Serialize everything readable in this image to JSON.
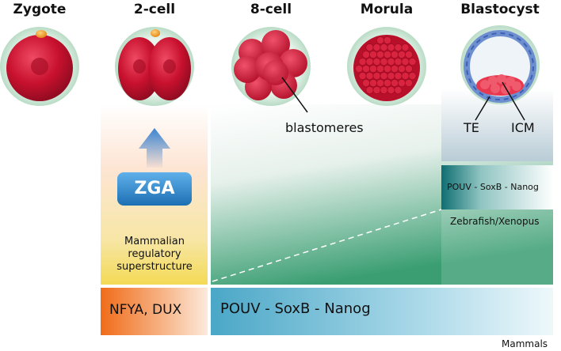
{
  "stages": {
    "zygote": "Zygote",
    "two_cell": "2-cell",
    "eight_cell": "8-cell",
    "morula": "Morula",
    "blastocyst": "Blastocyst"
  },
  "annotations": {
    "blastomeres": "blastomeres",
    "te": "TE",
    "icm": "ICM"
  },
  "zga": {
    "label": "ZGA"
  },
  "mammalian_regulatory": "Mammalian regulatory superstructure",
  "zebrafish_box": {
    "factors": "POUV - SoxB - Nanog",
    "species": "Zebrafish/Xenopus"
  },
  "mammals_bar": {
    "early_factors": "NFYA, DUX",
    "late_factors": "POUV - SoxB - Nanog",
    "species": "Mammals"
  },
  "colors": {
    "embryo_red": "#c8112e",
    "zona": "#cfe8d9",
    "polar_body": "#f29a1d",
    "zga_blue": "#2f86c9",
    "green_region": "#2f9a6b",
    "orange_region": "#f08a24",
    "teal_box": "#15787a",
    "mammals_blue": "#5ab3cf"
  }
}
